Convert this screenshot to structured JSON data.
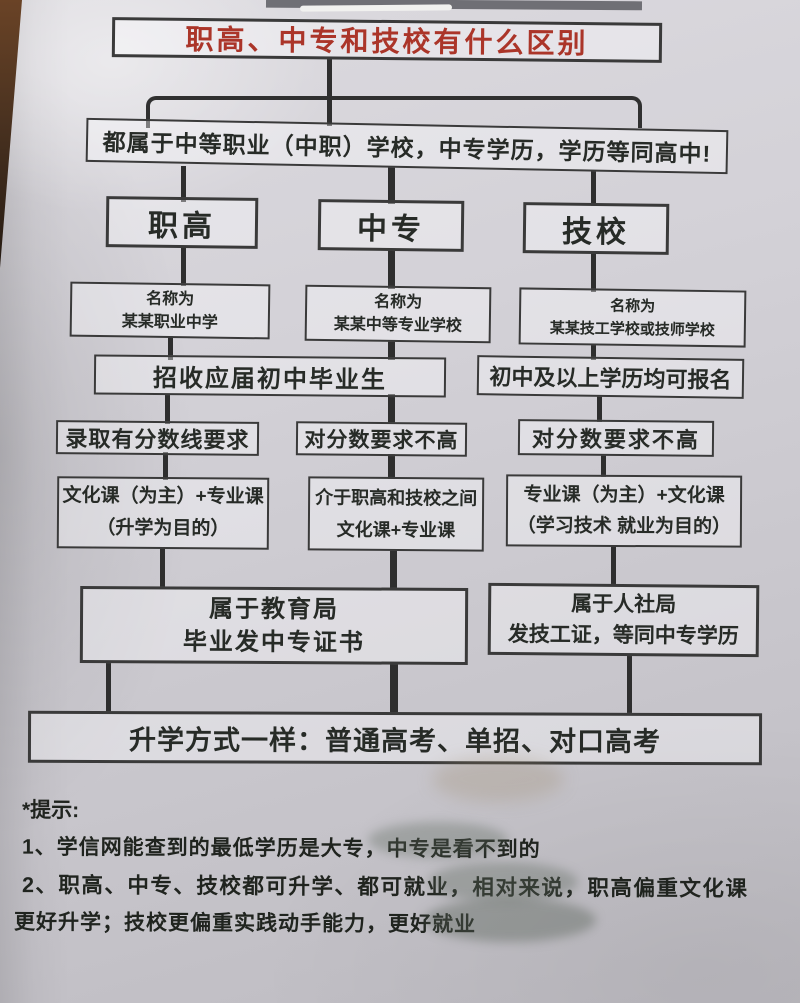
{
  "colors": {
    "paper_light": "#dcdadf",
    "paper_dark": "#bdbbc1",
    "ink": "#272b27",
    "line": "#3a3a3a",
    "title_red": "#ab3529",
    "table_brown": "#6a4326"
  },
  "chart": {
    "title": "职高、中专和技校有什么区别",
    "banner": "都属于中等职业（中职）学校，中专学历，学历等同高中!",
    "columns": [
      {
        "header": "职高",
        "name_line1": "名称为",
        "name_line2": "某某职业中学",
        "score": "录取有分数线要求",
        "curriculum_line1": "文化课（为主）+专业课",
        "curriculum_line2": "（升学为目的）"
      },
      {
        "header": "中专",
        "name_line1": "名称为",
        "name_line2": "某某中等专业学校",
        "score": "对分数要求不高",
        "curriculum_line1": "介于职高和技校之间",
        "curriculum_line2": "文化课+专业课"
      },
      {
        "header": "技校",
        "name_line1": "名称为",
        "name_line2": "某某技工学校或技师学校",
        "score": "对分数要求不高",
        "curriculum_line1": "专业课（为主）+文化课",
        "curriculum_line2": "（学习技术 就业为目的）"
      }
    ],
    "admission_left": "招收应届初中毕业生",
    "admission_right": "初中及以上学历均可报名",
    "authority_left_line1": "属于教育局",
    "authority_left_line2": "毕业发中专证书",
    "authority_right_line1": "属于人社局",
    "authority_right_line2": "发技工证，等同中专学历",
    "footer": "升学方式一样：普通高考、单招、对口高考"
  },
  "notes": {
    "heading": "*提示:",
    "items": [
      "1、学信网能查到的最低学历是大专，中专是看不到的",
      "2、职高、中专、技校都可升学、都可就业，相对来说，职高偏重文化课",
      "更好升学；技校更偏重实践动手能力，更好就业"
    ]
  }
}
